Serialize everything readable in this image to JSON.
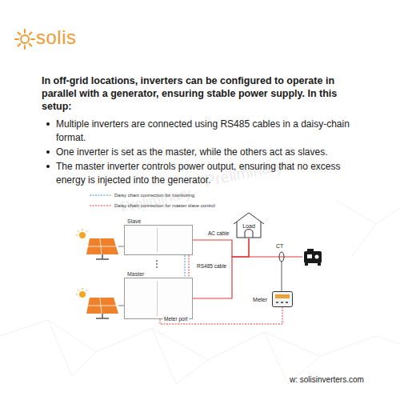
{
  "diagram": {
    "title": "In off-grid locations, inverters can be configured to operate in parallel with a generator, ensuring stable power supply. In this setup:",
    "nodes": [
      {
        "text": [
          "Slave"
        ]
      },
      {
        "text": [
          "Master"
        ]
      },
      {
        "text": [
          "Load"
        ]
      },
      {
        "text": [
          "Meter"
        ]
      }
    ],
    "edges": [
      {
        "from": 0,
        "to": 2,
        "label": "AC cable",
        "arrow": "none"
      },
      {
        "from": 1,
        "to": 2,
        "arrow": "none"
      },
      {
        "from": 0,
        "to": 1,
        "label": "RS485 cable",
        "arrow": "none"
      },
      {
        "from": 1,
        "to": 3,
        "label": "Meter port",
        "arrow": "none"
      }
    ],
    "labels": [
      "solis",
      "Multiple inverters are connected using RS485 cables in a daisy-chain format.",
      "One inverter is set as the master, while the others act as slaves.",
      "The master inverter controls power output, ensuring that no excess energy is injected into the generator.",
      "Preliminary",
      "Preliminary",
      "CT",
      "w: solisinverters.com"
    ],
    "legend": [
      {
        "text": "Daisy chain connection for monitoring"
      },
      {
        "text": "Daisy chain connection for master slave control"
      }
    ]
  }
}
